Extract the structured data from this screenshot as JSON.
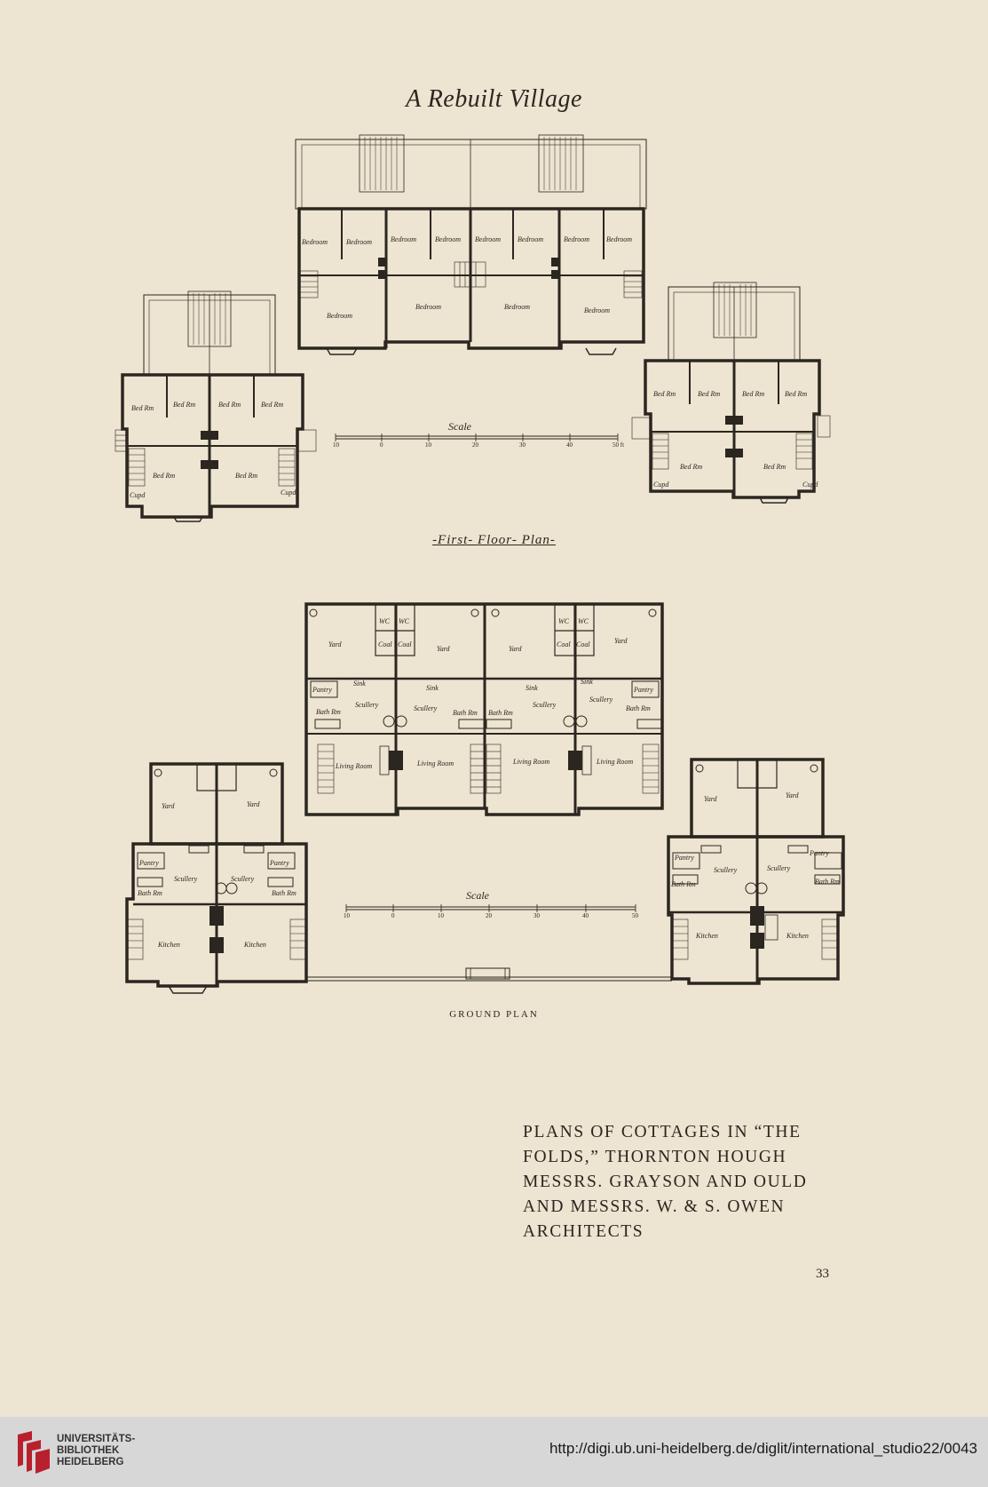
{
  "page": {
    "running_title": "A Rebuilt Village",
    "page_number": "33"
  },
  "first_floor": {
    "label": "-First- Floor- Plan-",
    "scale_label": "Scale",
    "scale_ticks": [
      "10",
      "0",
      "10",
      "20",
      "30",
      "40",
      "50 ft"
    ],
    "center_block": {
      "rooms_top": [
        "Bedroom",
        "Bedroom",
        "Bedroom",
        "Bedroom",
        "Bedroom",
        "Bedroom",
        "Bedroom",
        "Bedroom"
      ],
      "rooms_bottom": [
        "Bedroom",
        "Bedroom",
        "Bedroom",
        "Bedroom"
      ]
    },
    "left_block": {
      "rooms_top": [
        "Bed Rm",
        "Bed Rm",
        "Bed Rm",
        "Bed Rm"
      ],
      "rooms_bottom": [
        "Bed Rm",
        "Bed Rm"
      ],
      "closets": [
        "Cupd",
        "Cupd"
      ]
    },
    "right_block": {
      "rooms_top": [
        "Bed Rm",
        "Bed Rm",
        "Bed Rm",
        "Bed Rm"
      ],
      "rooms_bottom": [
        "Bed Rm",
        "Bed Rm"
      ],
      "closets": [
        "Cupd",
        "Cupd"
      ]
    }
  },
  "ground_floor": {
    "label": "GROUND PLAN",
    "scale_label": "Scale",
    "scale_ticks": [
      "10",
      "0",
      "10",
      "20",
      "30",
      "40",
      "50"
    ],
    "center_block": {
      "yards": [
        "Yard",
        "Yard",
        "Yard",
        "Yard"
      ],
      "coal": [
        "Coal",
        "Coal",
        "Coal",
        "Coal"
      ],
      "wc": [
        "WC",
        "WC",
        "WC",
        "WC"
      ],
      "sculleries": [
        "Scullery",
        "Scullery",
        "Scullery",
        "Scullery"
      ],
      "baths": [
        "Bath Rm",
        "Bath Rm",
        "Bath Rm",
        "Bath Rm"
      ],
      "pantries": [
        "Pantry",
        "Pantry"
      ],
      "sinks": [
        "Sink",
        "Sink",
        "Sink",
        "Sink"
      ],
      "living": [
        "Living Room",
        "Living Room",
        "Living Room",
        "Living Room"
      ]
    },
    "left_block": {
      "yards": [
        "Yard",
        "Yard"
      ],
      "pantries": [
        "Pantry",
        "Pantry"
      ],
      "sculleries": [
        "Scullery",
        "Scullery"
      ],
      "baths": [
        "Bath Rm",
        "Bath Rm"
      ],
      "kitchens": [
        "Kitchen",
        "Kitchen"
      ]
    },
    "right_block": {
      "yards": [
        "Yard",
        "Yard"
      ],
      "pantries": [
        "Pantry",
        "Pantry"
      ],
      "sculleries": [
        "Scullery",
        "Scullery"
      ],
      "baths": [
        "Bath Rm",
        "Bath Rm"
      ],
      "kitchens": [
        "Kitchen",
        "Kitchen"
      ]
    }
  },
  "plate_caption": {
    "lines": [
      "PLANS OF COTTAGES IN “THE",
      "FOLDS,” THORNTON HOUGH",
      "MESSRS. GRAYSON AND OULD",
      "AND MESSRS. W. & S. OWEN",
      "ARCHITECTS"
    ]
  },
  "footer": {
    "library_lines": [
      "UNIVERSITÄTS-",
      "BIBLIOTHEK",
      "HEIDELBERG"
    ],
    "url": "http://digi.ub.uni-heidelberg.de/diglit/international_studio22/0043"
  },
  "colors": {
    "paper": "#ede4d1",
    "ink": "#2b2620",
    "footer_bg": "#d7d7d7",
    "logo_red": "#b8202e"
  }
}
